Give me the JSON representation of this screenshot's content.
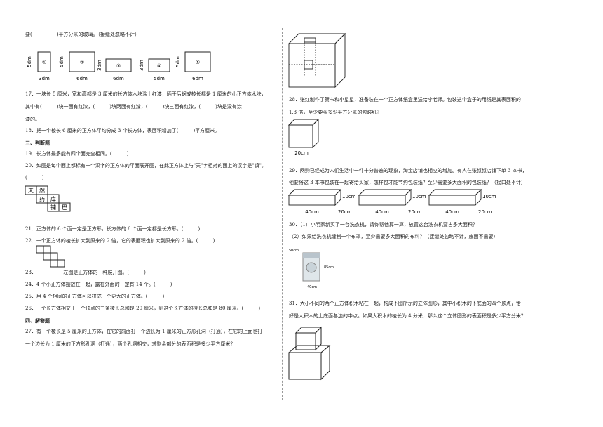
{
  "left": {
    "lines": [
      "要(　　　　　)平方分米的玻璃。（接缝处忽略不计）",
      "17．一块长 5 厘米，宽和高都是 3 厘米的长方体木块涂上红漆，晒干后锯成棱长都是 1 厘米的小正方体木块，",
      "其中有(　　　)块一面有红漆，(　　　)块两面有红漆，(　　　)块三面有红漆，(　　　)块是没有涂",
      "漆的。",
      "18．把一个棱长 6 厘米的正方体平均分成 3 个长方体，表面积增加了(　　　)平方厘米。",
      "三、判断题",
      "19．长方体最多能有四个面完全相同。(　　　)",
      "20．如图是每个面上都标有一个汉字的正方体的平面展开图，在此正方体上与\"天\"字相对的面上的汉字是\"镇\"。",
      "(　　　)",
      "21．正方体的 6 个面一定是正方形，长方体的 6 个面一定都是长方形。(　　　)",
      "22．一个正方体的棱长扩大到原来的 2 倍，它的表面积也扩大到原来的 2 倍。(　　　)",
      "23．　　　　　　左图是正方体的一种展开图。(　　　)",
      "24．4 个小正方体摆放在一起，露在外面的一定有 14 个。(　　　)",
      "25．用 4 个相同的正方体可以拼成一个更大的正方体。(　　　)",
      "26．一个长方体相交于一个顶点的三条棱长总和是 20 厘米，则这个长方体的棱长总和是 80 厘米。(　　　)",
      "四、解答题",
      "27．有一个棱长是 5 厘米的正方体，在它的前面打一个边长为 1 厘米的正方形孔洞（打通），在它的上面也打",
      "一个边长为 1 厘米的正方形孔洞（打通），两个孔洞相交，求剩余部分的表面积是多少平方厘米？"
    ],
    "rects": [
      {
        "num": "①",
        "h": "5dm",
        "w": "3dm"
      },
      {
        "num": "②",
        "h": "5dm",
        "w": "6dm"
      },
      {
        "num": "③",
        "h": "3dm",
        "w": "6dm"
      },
      {
        "num": "④",
        "h": "3dm",
        "w": "5dm"
      },
      {
        "num": "⑤",
        "h": "5dm",
        "w": "6dm"
      }
    ],
    "net": [
      "天",
      "然",
      "药",
      "库",
      "铺",
      "巴"
    ]
  },
  "right": {
    "lines": [
      "28．张红制作了贺卡和小星星，准备装在一个正方体纸盒里送给李老师。包装这个盒子的用纸是其表面积的",
      "1.3 倍，至少要买多少平方分米的包装纸？",
      "29．网购已经成为人们生活中一件十分普遍的现象，淘宝店铺也相应的增加。有人在张叔叔店铺下单 3 本书，",
      "他要将这 3 本书包装在一起寄给买家，怎样包才能节约包装纸？至少需要多大面积的包装纸？（接口处不计）",
      "30．（1）小明家新买了一台洗衣机，请你帮他算一算，放置这台洗衣机要占多大面积？",
      "（2）如果给洗衣机缝制一个布罩，至少需要多大面积的布料？（接缝处忽略不计，底面不需要）",
      "31．大小不同的两个正方体积木粘在一起，构成下图所示的立体图形，其中小积木的下底面的四个顶点，恰",
      "好是大积木的上底面各边的中点。如果大积木的棱长为 4 分米，那么这个立体图形的表面积是多少平方分米？"
    ],
    "cube_label": "20cm",
    "book": {
      "h": "10cm",
      "l": "40cm",
      "w": "20cm"
    },
    "washer": {
      "w": "50cm",
      "d": "40cm",
      "h": "85cm"
    }
  }
}
